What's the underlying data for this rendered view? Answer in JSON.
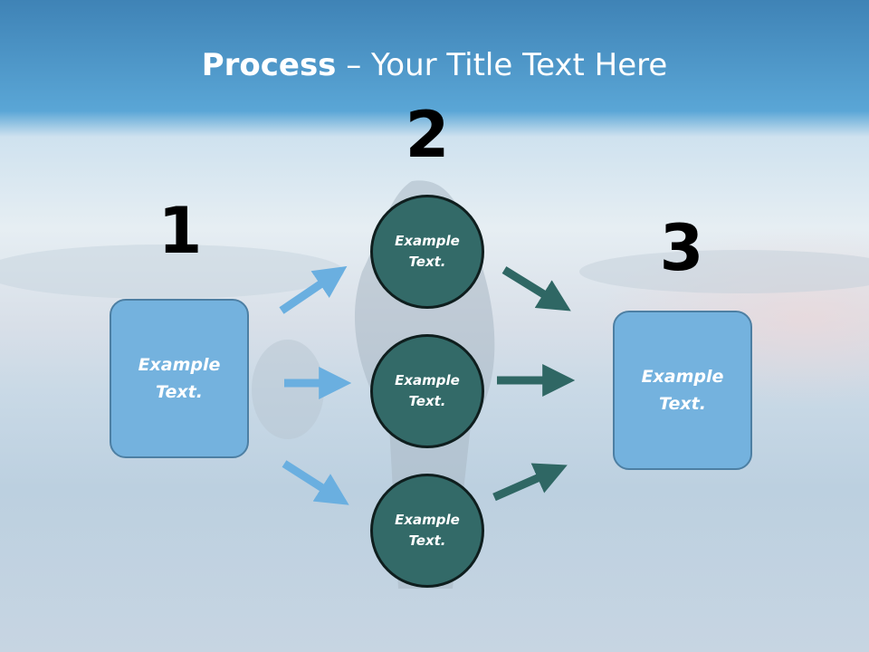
{
  "title": {
    "bold": "Process",
    "rest": " – Your Title Text Here"
  },
  "steps": [
    {
      "number": "1",
      "text": "Example\nText."
    },
    {
      "number": "2",
      "items": [
        "Example\nText.",
        "Example\nText.",
        "Example\nText."
      ]
    },
    {
      "number": "3",
      "text": "Example\nText."
    }
  ],
  "colors": {
    "box": "#74b2de",
    "circle": "#336a68",
    "arrow_light": "#6aafe0",
    "arrow_dark": "#2f6764"
  }
}
